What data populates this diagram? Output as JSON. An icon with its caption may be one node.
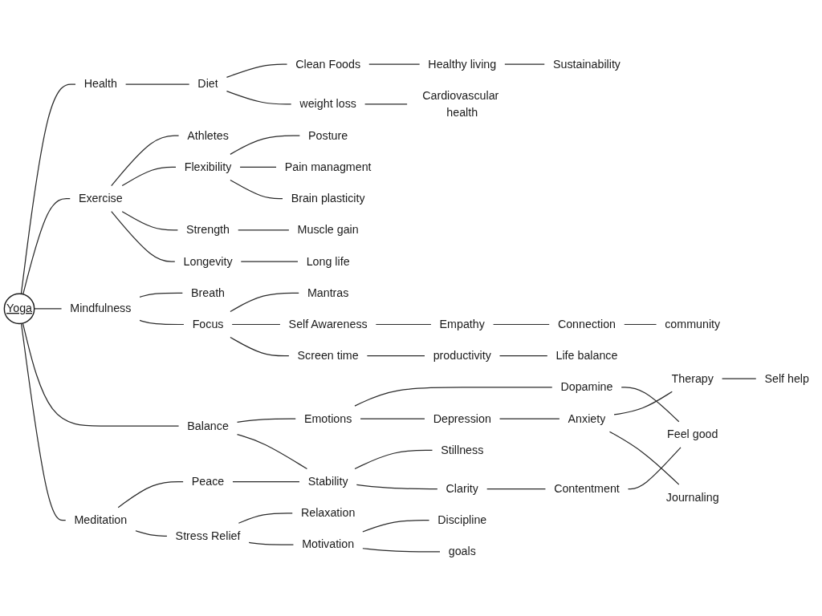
{
  "diagram": {
    "nodes": [
      {
        "text": [
          "Yoga"
        ]
      },
      {
        "text": [
          "Health"
        ]
      },
      {
        "text": [
          "Diet"
        ]
      },
      {
        "text": [
          "Clean Foods"
        ]
      },
      {
        "text": [
          "Healthy living"
        ]
      },
      {
        "text": [
          "Sustainability"
        ]
      },
      {
        "text": [
          "weight loss"
        ]
      },
      {
        "text": [
          "Cardiovascular health"
        ]
      },
      {
        "text": [
          "Exercise"
        ]
      },
      {
        "text": [
          "Athletes"
        ]
      },
      {
        "text": [
          "Flexibility"
        ]
      },
      {
        "text": [
          "Posture"
        ]
      },
      {
        "text": [
          "Pain managment"
        ]
      },
      {
        "text": [
          "Brain plasticity"
        ]
      },
      {
        "text": [
          "Strength"
        ]
      },
      {
        "text": [
          "Muscle gain"
        ]
      },
      {
        "text": [
          "Longevity"
        ]
      },
      {
        "text": [
          "Long life"
        ]
      },
      {
        "text": [
          "Mindfulness"
        ]
      },
      {
        "text": [
          "Breath"
        ]
      },
      {
        "text": [
          "Focus"
        ]
      },
      {
        "text": [
          "Mantras"
        ]
      },
      {
        "text": [
          "Self Awareness"
        ]
      },
      {
        "text": [
          "Empathy"
        ]
      },
      {
        "text": [
          "Connection"
        ]
      },
      {
        "text": [
          "community"
        ]
      },
      {
        "text": [
          "Screen time"
        ]
      },
      {
        "text": [
          "productivity"
        ]
      },
      {
        "text": [
          "Life balance"
        ]
      },
      {
        "text": [
          "Balance"
        ]
      },
      {
        "text": [
          "Emotions"
        ]
      },
      {
        "text": [
          "Dopamine"
        ]
      },
      {
        "text": [
          "Feel good"
        ]
      },
      {
        "text": [
          "Depression"
        ]
      },
      {
        "text": [
          "Anxiety"
        ]
      },
      {
        "text": [
          "Therapy"
        ]
      },
      {
        "text": [
          "Self help"
        ]
      },
      {
        "text": [
          "Journaling"
        ]
      },
      {
        "text": [
          "Meditation"
        ]
      },
      {
        "text": [
          "Peace"
        ]
      },
      {
        "text": [
          "Stability"
        ]
      },
      {
        "text": [
          "Stillness"
        ]
      },
      {
        "text": [
          "Clarity"
        ]
      },
      {
        "text": [
          "Contentment"
        ]
      },
      {
        "text": [
          "Stress Relief"
        ]
      },
      {
        "text": [
          "Relaxation"
        ]
      },
      {
        "text": [
          "Motivation"
        ]
      },
      {
        "text": [
          "Discipline"
        ]
      },
      {
        "text": [
          "goals"
        ]
      }
    ],
    "edges": [
      {
        "from": 0,
        "to": 1,
        "arrow": "none"
      },
      {
        "from": 1,
        "to": 2,
        "arrow": "none"
      },
      {
        "from": 2,
        "to": 3,
        "arrow": "none"
      },
      {
        "from": 3,
        "to": 4,
        "arrow": "none"
      },
      {
        "from": 4,
        "to": 5,
        "arrow": "none"
      },
      {
        "from": 2,
        "to": 6,
        "arrow": "none"
      },
      {
        "from": 6,
        "to": 7,
        "arrow": "none"
      },
      {
        "from": 0,
        "to": 8,
        "arrow": "none"
      },
      {
        "from": 8,
        "to": 9,
        "arrow": "none"
      },
      {
        "from": 8,
        "to": 10,
        "arrow": "none"
      },
      {
        "from": 10,
        "to": 11,
        "arrow": "none"
      },
      {
        "from": 10,
        "to": 12,
        "arrow": "none"
      },
      {
        "from": 10,
        "to": 13,
        "arrow": "none"
      },
      {
        "from": 8,
        "to": 14,
        "arrow": "none"
      },
      {
        "from": 14,
        "to": 15,
        "arrow": "none"
      },
      {
        "from": 8,
        "to": 16,
        "arrow": "none"
      },
      {
        "from": 16,
        "to": 17,
        "arrow": "none"
      },
      {
        "from": 0,
        "to": 18,
        "arrow": "none"
      },
      {
        "from": 18,
        "to": 19,
        "arrow": "none"
      },
      {
        "from": 18,
        "to": 20,
        "arrow": "none"
      },
      {
        "from": 20,
        "to": 21,
        "arrow": "none"
      },
      {
        "from": 20,
        "to": 22,
        "arrow": "none"
      },
      {
        "from": 22,
        "to": 23,
        "arrow": "none"
      },
      {
        "from": 23,
        "to": 24,
        "arrow": "none"
      },
      {
        "from": 24,
        "to": 25,
        "arrow": "none"
      },
      {
        "from": 20,
        "to": 26,
        "arrow": "none"
      },
      {
        "from": 26,
        "to": 27,
        "arrow": "none"
      },
      {
        "from": 27,
        "to": 28,
        "arrow": "none"
      },
      {
        "from": 0,
        "to": 29,
        "arrow": "none"
      },
      {
        "from": 29,
        "to": 30,
        "arrow": "none"
      },
      {
        "from": 30,
        "to": 31,
        "arrow": "none"
      },
      {
        "from": 31,
        "to": 32,
        "arrow": "none"
      },
      {
        "from": 30,
        "to": 33,
        "arrow": "none"
      },
      {
        "from": 33,
        "to": 34,
        "arrow": "none"
      },
      {
        "from": 34,
        "to": 35,
        "arrow": "none"
      },
      {
        "from": 35,
        "to": 36,
        "arrow": "none"
      },
      {
        "from": 34,
        "to": 37,
        "arrow": "none"
      },
      {
        "from": 0,
        "to": 38,
        "arrow": "none"
      },
      {
        "from": 38,
        "to": 39,
        "arrow": "none"
      },
      {
        "from": 39,
        "to": 40,
        "arrow": "none"
      },
      {
        "from": 29,
        "to": 40,
        "arrow": "none"
      },
      {
        "from": 40,
        "to": 41,
        "arrow": "none"
      },
      {
        "from": 40,
        "to": 42,
        "arrow": "none"
      },
      {
        "from": 42,
        "to": 43,
        "arrow": "none"
      },
      {
        "from": 43,
        "to": 32,
        "arrow": "none"
      },
      {
        "from": 38,
        "to": 44,
        "arrow": "none"
      },
      {
        "from": 44,
        "to": 45,
        "arrow": "none"
      },
      {
        "from": 44,
        "to": 46,
        "arrow": "none"
      },
      {
        "from": 46,
        "to": 47,
        "arrow": "none"
      },
      {
        "from": 46,
        "to": 48,
        "arrow": "none"
      }
    ]
  }
}
